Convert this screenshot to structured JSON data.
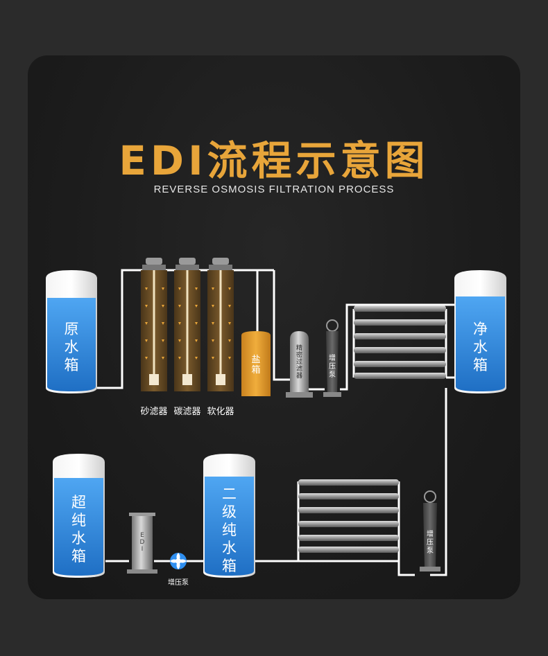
{
  "title": "EDI流程示意图",
  "subtitle": "REVERSE OSMOSIS FILTRATION PROCESS",
  "tanks": {
    "raw": "原\n水\n箱",
    "pure": "净\n水\n箱",
    "ultra_pure": "超\n纯\n水\n箱",
    "secondary_pure": "二\n级\n纯\n水\n箱"
  },
  "filters": {
    "sand": "砂滤器",
    "carbon": "碳滤器",
    "softener": "软化器"
  },
  "salt_tank": "盐\n箱",
  "precision_filter": "精\n密\n过\n滤\n器",
  "booster_pump_top": "增\n压\n泵",
  "booster_pump_mid": "增\n压\n泵",
  "booster_pump_bottom": "增压泵",
  "edi_unit": "E\nD\nI",
  "colors": {
    "accent": "#e8a53a",
    "water": "#3a8fe0",
    "pipe": "#ffffff"
  }
}
